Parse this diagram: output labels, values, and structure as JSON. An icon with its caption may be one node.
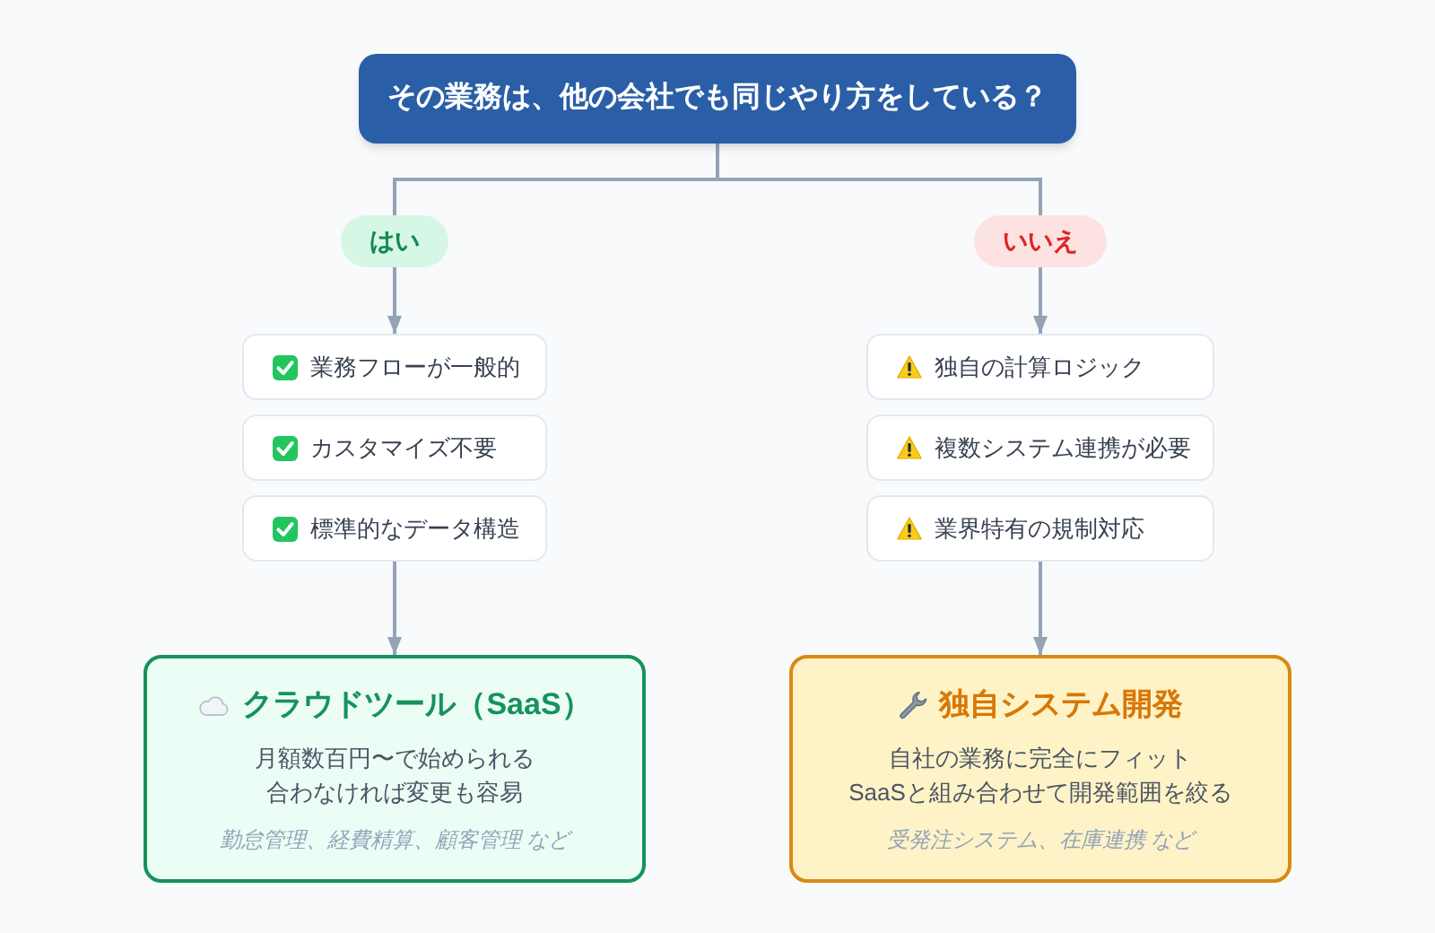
{
  "diagram": {
    "nodes": [
      {
        "text": [
          "その業務は、他の会社でも同じやり方をしている？"
        ]
      },
      {
        "text": [
          "はい"
        ]
      },
      {
        "text": [
          "いいえ"
        ]
      },
      {
        "text": [
          "業務フローが一般的"
        ]
      },
      {
        "text": [
          "カスタマイズ不要"
        ]
      },
      {
        "text": [
          "標準的なデータ構造"
        ]
      },
      {
        "text": [
          "独自の計算ロジック"
        ]
      },
      {
        "text": [
          "複数システム連携が必要"
        ]
      },
      {
        "text": [
          "業界特有の規制対応"
        ]
      },
      {
        "text": [
          "クラウドツール（SaaS）",
          "月額数百円〜で始められる",
          "合わなければ変更も容易",
          "勤怠管理、経費精算、顧客管理 など"
        ]
      },
      {
        "text": [
          "独自システム開発",
          "自社の業務に完全にフィット",
          "SaaSと組み合わせて開発範囲を絞る",
          "受発注システム、在庫連携 など"
        ]
      }
    ],
    "edges": [
      {
        "from": 0,
        "to": 1,
        "arrow": "none"
      },
      {
        "from": 0,
        "to": 2,
        "arrow": "none"
      },
      {
        "from": 1,
        "to": 3,
        "arrow": "to"
      },
      {
        "from": 2,
        "to": 6,
        "arrow": "to"
      },
      {
        "from": 5,
        "to": 9,
        "arrow": "to"
      },
      {
        "from": 8,
        "to": 10,
        "arrow": "to"
      }
    ]
  }
}
